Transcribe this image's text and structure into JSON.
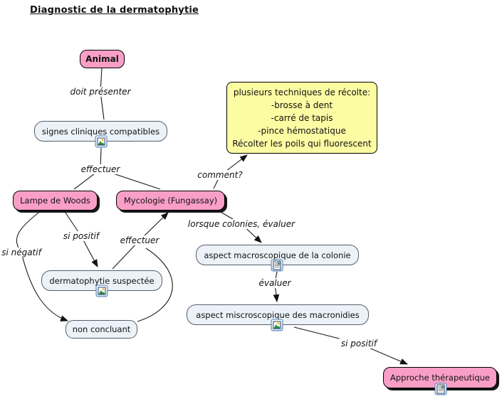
{
  "title": "Diagnostic de la dermatophytie",
  "colors": {
    "concept_pink": "#F99FC7",
    "concept_light": "#ECF2F8",
    "note_yellow": "#FCFCA3",
    "line": "#1a1a1a",
    "background": "#ffffff"
  },
  "nodes": {
    "animal": "Animal",
    "signes": "signes cliniques compatibles",
    "lampe": "Lampe de Woods",
    "mycologie": "Mycologie (Fungassay)",
    "dermatophytie": "dermatophytie suspectée",
    "non_concluant": "non concluant",
    "macroscopique": "aspect macroscopique de la colonie",
    "microscopique": "aspect miscroscopique des macronidies",
    "approche": "Approche thérapeutique"
  },
  "note": {
    "lines": [
      "plusieurs techniques de récolte:",
      "-brosse à dent",
      "-carré de tapis",
      "-pince hémostatique",
      "Récolter les poils qui fluorescent"
    ]
  },
  "edge_labels": {
    "doit_presenter": "doit présenter",
    "effectuer1": "effectuer",
    "comment": "comment?",
    "si_positif1": "si positif",
    "si_negatif": "si négatif",
    "effectuer2": "effectuer",
    "lorsque": "lorsque colonies, évaluer",
    "evaluer": "évaluer",
    "si_positif2": "si positif"
  },
  "icons": {
    "image_attachment": "image-attachment-icon",
    "document_attachment": "document-attachment-icon"
  }
}
